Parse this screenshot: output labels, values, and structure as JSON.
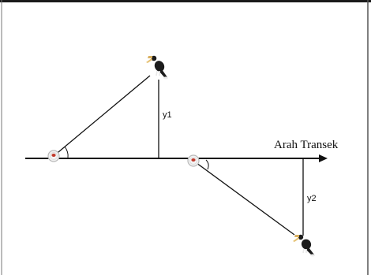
{
  "diagram": {
    "transect_label": "Arah Transek",
    "distance_labels": [
      "y1",
      "y2"
    ]
  },
  "colors": {
    "line": "#111111",
    "border_top": "#1a1a1a",
    "border_side": "#555555",
    "observer_red": "#c0392b",
    "bird_body": "#1c1c1c",
    "bird_bill": "#d9b060"
  },
  "icons": {
    "observer": "observer-marker-icon",
    "bird": "hornbill-bird-icon"
  }
}
